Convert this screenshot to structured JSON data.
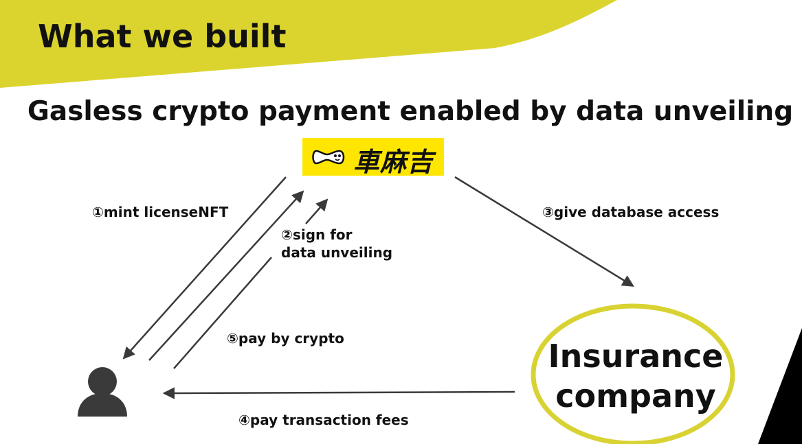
{
  "slide": {
    "title": "What we built",
    "subtitle": "Gasless crypto payment enabled by data unveiling"
  },
  "colors": {
    "accent": "#dbd42f",
    "logo_bg": "#ffe600",
    "arrow": "#3a3a3a",
    "ink": "#111111"
  },
  "logo": {
    "text": "車麻吉"
  },
  "insurance": {
    "line1": "Insurance",
    "line2": "company"
  },
  "steps": {
    "mint": "①mint licenseNFT",
    "sign_line1": "②sign for",
    "sign_line2": "data unveiling",
    "give": "③give database access",
    "fees": "④pay transaction fees",
    "pay": "⑤pay by crypto"
  },
  "icons": {
    "user": "user-icon",
    "logo_mark": "peanut-face-icon"
  }
}
